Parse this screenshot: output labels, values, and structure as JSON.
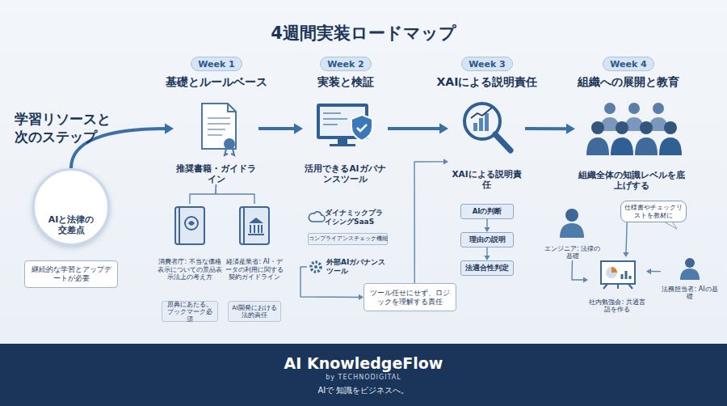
{
  "diagram": {
    "title": "4週間実装ロードマップ",
    "nodes": [
      {
        "text": [
          "AIと法律の交差点"
        ]
      },
      {
        "text": [
          "継続的な学習とアップデートが必要"
        ]
      },
      {
        "text": [
          "Week 1"
        ]
      },
      {
        "text": [
          "Week 2"
        ]
      },
      {
        "text": [
          "Week 3"
        ]
      },
      {
        "text": [
          "Week 4"
        ]
      },
      {
        "text": [
          "推奨書籍・ガイドライン"
        ]
      },
      {
        "text": [
          "消費者庁: 不当な価格表示についての景品表示法上の考え方"
        ]
      },
      {
        "text": [
          "原典にあたる。ブックマーク必須"
        ]
      },
      {
        "text": [
          "経済産業省: AI・データの利用に関する契約ガイドライン"
        ]
      },
      {
        "text": [
          "AI開発における法的責任"
        ]
      },
      {
        "text": [
          "活用できるAIガバナンスツール"
        ]
      },
      {
        "text": [
          "ダイナミックプライシングSaaS"
        ]
      },
      {
        "text": [
          "コンプライアンスチェック機能"
        ]
      },
      {
        "text": [
          "外部AIガバナンスツール"
        ]
      },
      {
        "text": [
          "ツール任せにせず、ロジックを理解する責任"
        ]
      },
      {
        "text": [
          "XAIによる説明責任"
        ]
      },
      {
        "text": [
          "AIの判断"
        ]
      },
      {
        "text": [
          "理由の説明"
        ]
      },
      {
        "text": [
          "法適合性判定"
        ]
      },
      {
        "text": [
          "組織全体の知識レベルを底上げする"
        ]
      },
      {
        "text": [
          "エンジニア: 法律の基礎"
        ]
      },
      {
        "text": [
          "仕様書やチェックリストを教材に"
        ]
      },
      {
        "text": [
          "法務担当者: AIの基礎"
        ]
      },
      {
        "text": [
          "社内勉強会: 共通言語を作る"
        ]
      },
      {
        "text": [
          "AI KnowledgeFlow",
          "by TECHNODIGITAL",
          "AIで 知識をビジネスへ。"
        ]
      }
    ],
    "edges": [
      {
        "from": 0,
        "to": 6,
        "arrow": "to"
      },
      {
        "from": 6,
        "to": 11,
        "arrow": "to"
      },
      {
        "from": 11,
        "to": 16,
        "arrow": "to"
      },
      {
        "from": 16,
        "to": 20,
        "arrow": "to"
      },
      {
        "from": 6,
        "to": 7,
        "arrow": "none"
      },
      {
        "from": 6,
        "to": 9,
        "arrow": "none"
      },
      {
        "from": 14,
        "to": 15,
        "arrow": "to"
      },
      {
        "from": 15,
        "to": 16,
        "arrow": "to"
      },
      {
        "from": 17,
        "to": 18,
        "arrow": "to"
      },
      {
        "from": 18,
        "to": 19,
        "arrow": "to"
      },
      {
        "from": 21,
        "to": 24,
        "arrow": "to"
      },
      {
        "from": 22,
        "to": 24,
        "arrow": "to"
      },
      {
        "from": 23,
        "to": 24,
        "arrow": "to"
      }
    ],
    "labels": [
      "学習リソースと次のステップ",
      "基礎とルールベース",
      "実装と検証",
      "XAIによる説明責任",
      "組織への展開と教育"
    ]
  }
}
